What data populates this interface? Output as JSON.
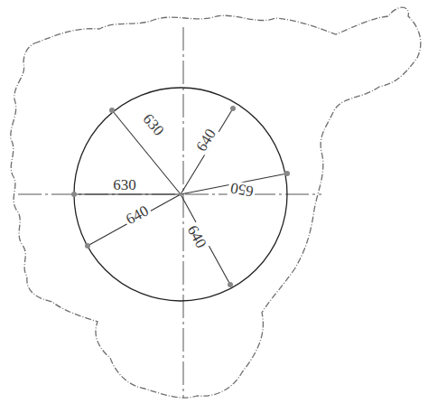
{
  "diagram": {
    "labels": [
      "630",
      "640",
      "630",
      "650",
      "640",
      "640"
    ]
  }
}
